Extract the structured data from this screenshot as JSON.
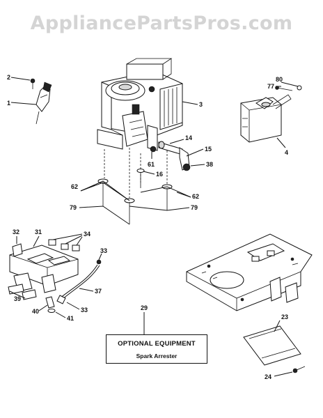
{
  "watermark": "AppliancePartsPros.com",
  "optional_box": {
    "title": "OPTIONAL EQUIPMENT",
    "subtitle": "Spark Arrester"
  },
  "callouts": {
    "c1": "1",
    "c2": "2",
    "c3": "3",
    "c4": "4",
    "c14": "14",
    "c15": "15",
    "c16": "16",
    "c23": "23",
    "c24": "24",
    "c29": "29",
    "c31": "31",
    "c32": "32",
    "c33a": "33",
    "c33b": "33",
    "c34": "34",
    "c37": "37",
    "c38": "38",
    "c39": "39",
    "c40": "40",
    "c41": "41",
    "c61": "61",
    "c62a": "62",
    "c62b": "62",
    "c77": "77",
    "c79a": "79",
    "c79b": "79",
    "c80": "80"
  }
}
